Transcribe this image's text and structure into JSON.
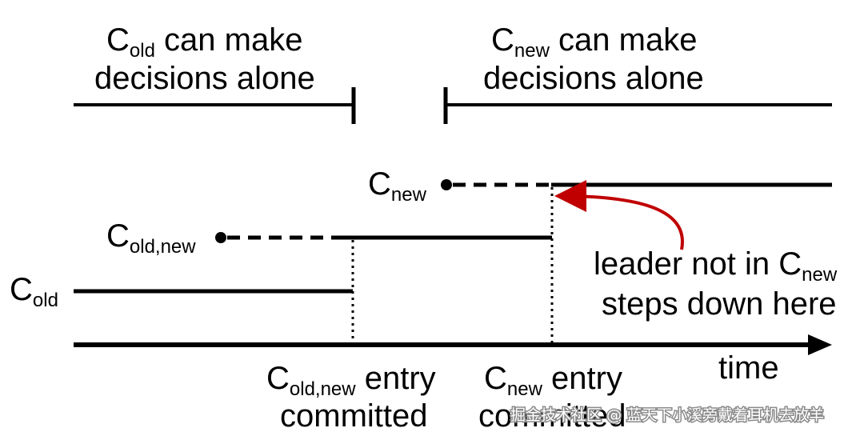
{
  "phases": {
    "old_phase": {
      "symbol": "C",
      "sub": "old",
      "line1_rest": " can make",
      "line2": "decisions alone"
    },
    "new_phase": {
      "symbol": "C",
      "sub": "new",
      "line1_rest": " can make",
      "line2": "decisions alone"
    }
  },
  "configs": {
    "c_new": {
      "symbol": "C",
      "sub": "new"
    },
    "c_old_new": {
      "symbol": "C",
      "sub": "old,new"
    },
    "c_old": {
      "symbol": "C",
      "sub": "old"
    }
  },
  "annotation": {
    "line1_pre": "leader not in C",
    "line1_sub": "new",
    "line2": "steps down here",
    "arrow_color": "#c00000"
  },
  "axis": {
    "label": "time"
  },
  "events": {
    "old_new_committed": {
      "symbol": "C",
      "sub": "old,new",
      "line1_rest": " entry",
      "line2": "committed"
    },
    "new_committed": {
      "symbol": "C",
      "sub": "new",
      "line1_rest": " entry",
      "line2": "committed"
    }
  },
  "watermark": "掘金技术社区 @ 蓝天下小溪旁戴着耳机去放羊"
}
